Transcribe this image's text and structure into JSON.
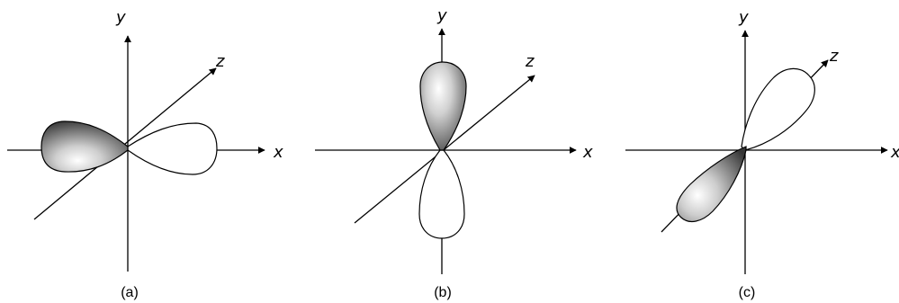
{
  "panels": [
    {
      "caption": "(a)",
      "shaded_lobe_direction": "-x",
      "axes": {
        "x": "x",
        "y": "y",
        "z": "z"
      }
    },
    {
      "caption": "(b)",
      "shaded_lobe_direction": "+y",
      "axes": {
        "x": "x",
        "y": "y",
        "z": "z"
      }
    },
    {
      "caption": "(c)",
      "shaded_lobe_direction": "-z",
      "axes": {
        "x": "x",
        "y": "y",
        "z": "z"
      }
    }
  ],
  "colors": {
    "line": "#000000",
    "shade_light": "#ffffff",
    "shade_dark": "#3a3a3a",
    "background": "#ffffff"
  }
}
